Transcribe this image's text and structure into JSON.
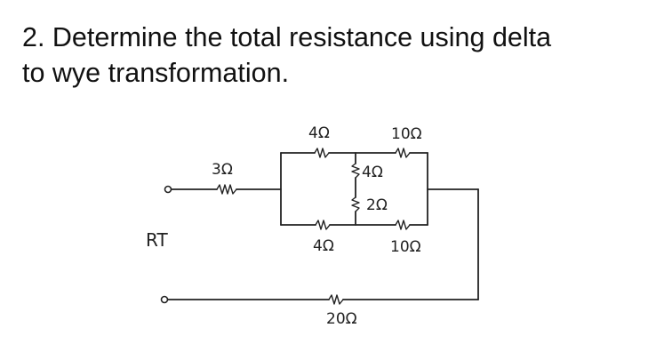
{
  "question": {
    "line1": "2. Determine the total resistance using delta",
    "line2": "to wye transformation."
  },
  "circuit": {
    "labels": {
      "r_series": "3Ω",
      "r_top_left": "4Ω",
      "r_top_right": "10Ω",
      "r_middle_upper": "4Ω",
      "r_middle_lower": "2Ω",
      "r_bottom_left": "4Ω",
      "r_bottom_right": "10Ω",
      "r_return": "20Ω",
      "r_total": "RT"
    }
  }
}
